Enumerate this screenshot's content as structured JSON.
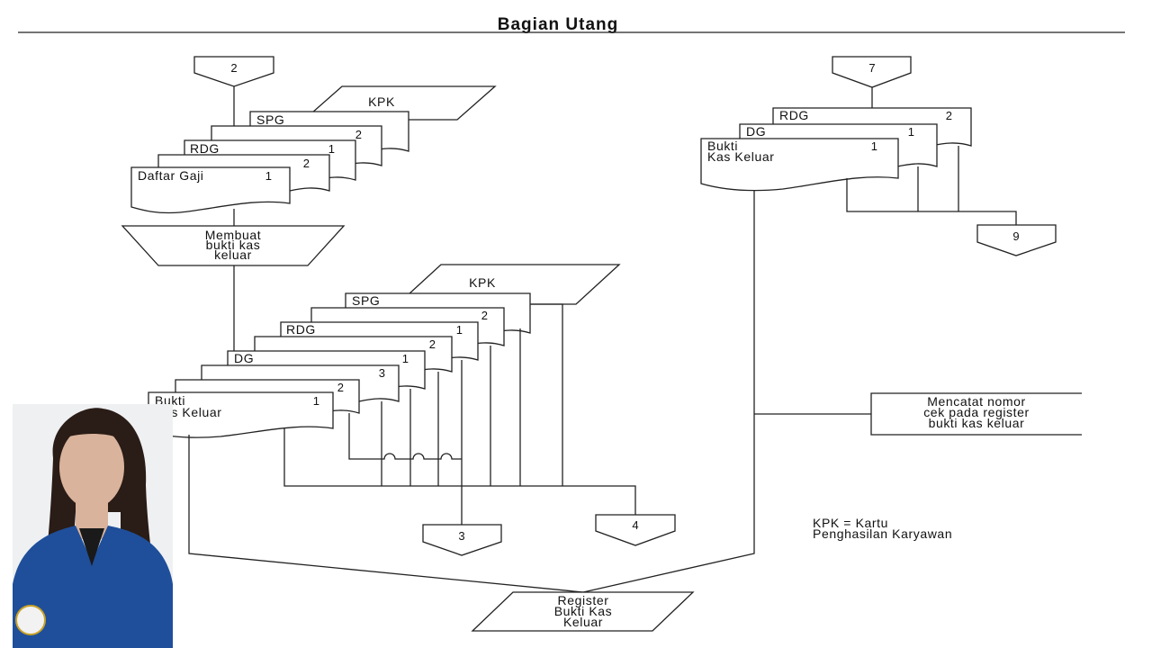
{
  "title": "Bagian Utang",
  "connectors": {
    "top_left": "2",
    "top_right": "7",
    "right_out": "9",
    "bottom_3": "3",
    "bottom_4": "4"
  },
  "stack1": {
    "kpk": "KPK",
    "spg": "SPG",
    "copy2": "2",
    "rdg": "RDG",
    "rdg_num": "1",
    "copy2b": "2",
    "daftar_gaji": "Daftar Gaji",
    "daftar_num": "1"
  },
  "process1": [
    "Membuat",
    "bukti kas",
    "keluar"
  ],
  "stack2": {
    "kpk": "KPK",
    "spg": "SPG",
    "n2a": "2",
    "rdg": "RDG",
    "n1a": "1",
    "n2b": "2",
    "dg": "DG",
    "n1b": "1",
    "n3": "3",
    "n2c": "2",
    "bukti": [
      "Bukti",
      "Kas Keluar"
    ],
    "n1c": "1"
  },
  "stack3": {
    "rdg": "RDG",
    "n2": "2",
    "dg": "DG",
    "n1": "1",
    "bukti": [
      "Bukti",
      "Kas Keluar"
    ],
    "n1b": "1"
  },
  "register": [
    "Register",
    "Bukti Kas",
    "Keluar"
  ],
  "manual_op": [
    "Mencatat nomor",
    "cek pada register",
    "bukti kas keluar"
  ],
  "legend": [
    "KPK = Kartu",
    "Penghasilan Karyawan"
  ],
  "colors": {
    "line": "#222222",
    "jacket": "#1f4f9a",
    "hair": "#2a1c16",
    "skin": "#d9b39c"
  }
}
